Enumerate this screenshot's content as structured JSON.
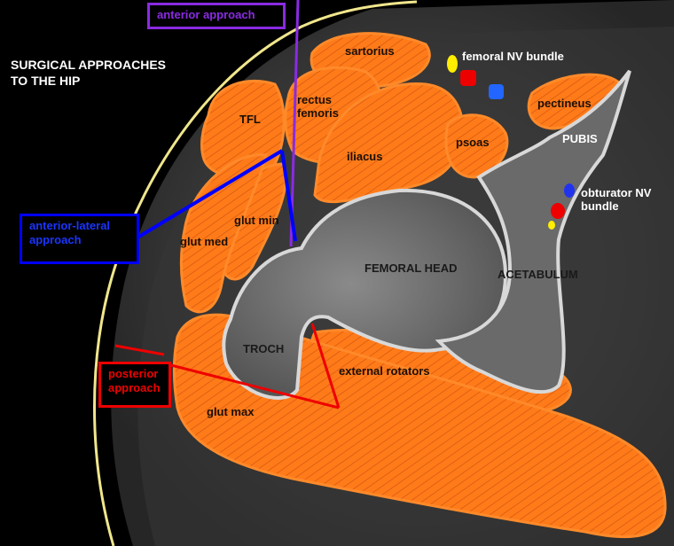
{
  "title": "SURGICAL APPROACHES\nTO THE HIP",
  "colors": {
    "anterior": "#8a2be2",
    "anterior_lateral": "#0000ff",
    "posterior": "#ee0000",
    "muscle": "#ff7b1a",
    "skin": "#f0e68c"
  },
  "approaches": {
    "anterior": "anterior approach",
    "anterior_lateral": "anterior-lateral approach",
    "posterior": "posterior approach"
  },
  "muscles": {
    "sartorius": "sartorius",
    "rectus_femoris": "rectus femoris",
    "tfl": "TFL",
    "iliacus": "iliacus",
    "psoas": "psoas",
    "pectineus": "pectineus",
    "glut_min": "glut min",
    "glut_med": "glut med",
    "external_rotators": "external rotators",
    "glut_max": "glut max"
  },
  "bones": {
    "femoral_head": "FEMORAL HEAD",
    "acetabulum": "ACETABULUM",
    "troch": "TROCH",
    "pubis": "PUBIS"
  },
  "vessels": {
    "femoral": "femoral NV bundle",
    "obturator": "obturator NV bundle"
  }
}
